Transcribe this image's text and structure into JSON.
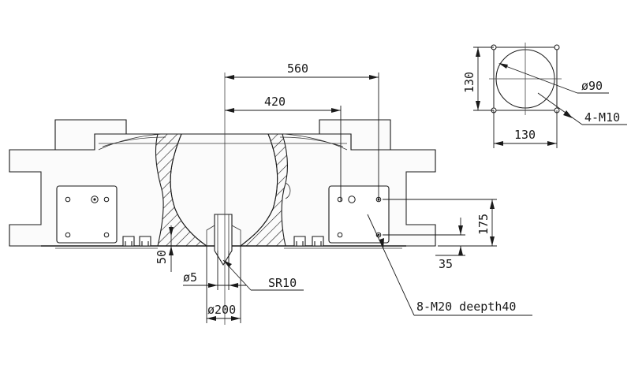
{
  "drawing": {
    "dimensions": {
      "d560": "560",
      "d420": "420",
      "d175": "175",
      "d35": "35",
      "d50": "50",
      "d_hole5": "ø5",
      "d_sr10": "SR10",
      "d_dia200": "ø200",
      "d_thread": "8-M20 deepth40"
    },
    "detail_view": {
      "width": "130",
      "height": "130",
      "dia": "ø90",
      "screws": "4-M10"
    }
  }
}
